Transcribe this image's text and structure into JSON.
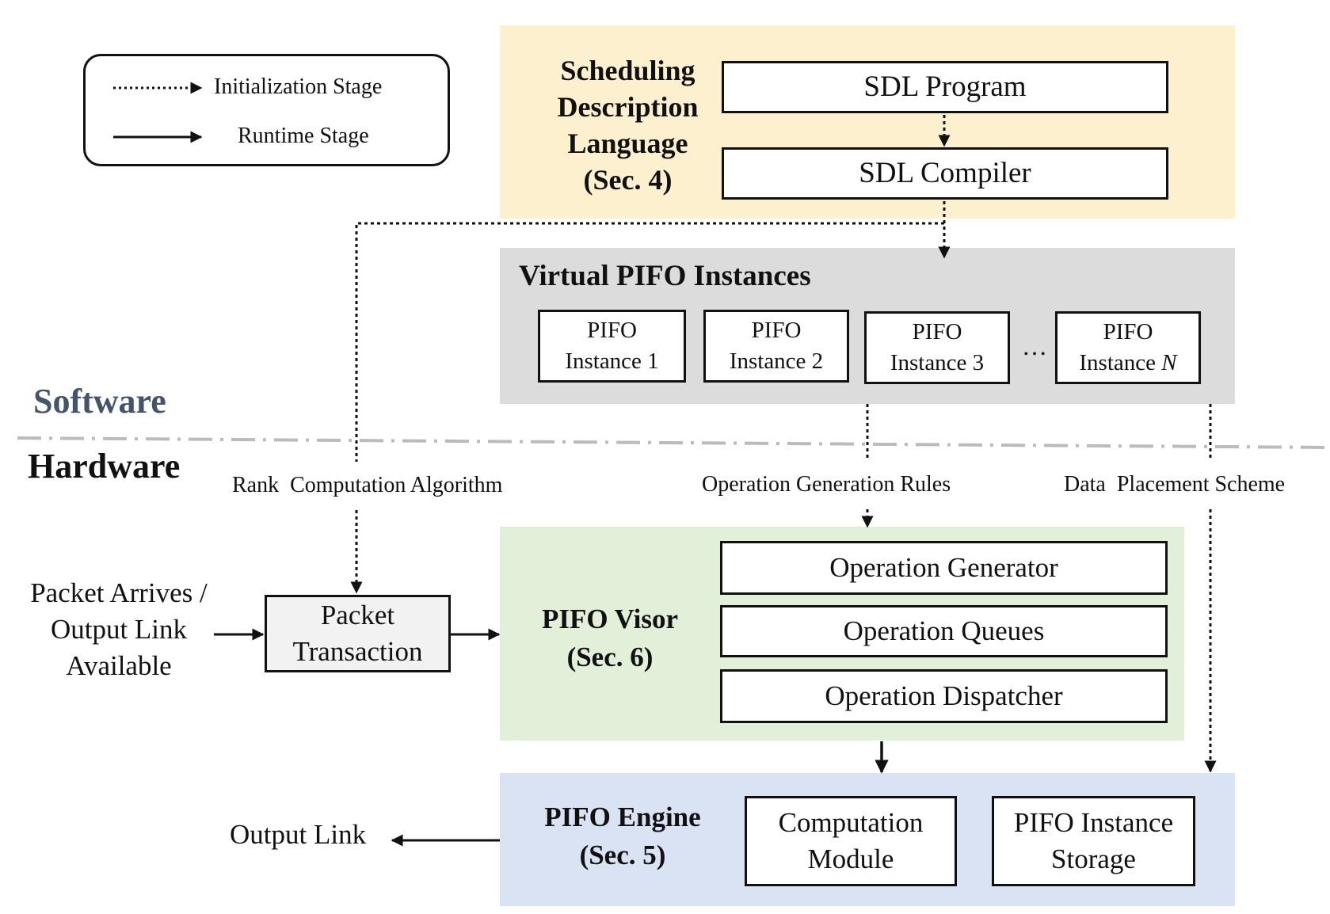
{
  "legend": {
    "items": [
      {
        "label": "Initialization Stage",
        "style": "dotted-arrow"
      },
      {
        "label": "Runtime Stage",
        "style": "solid-arrow"
      }
    ]
  },
  "sdl": {
    "title_lines": [
      "Scheduling",
      "Description",
      "Language",
      "(Sec. 4)"
    ],
    "program": "SDL Program",
    "compiler": "SDL Compiler",
    "color": "#FDF0CF"
  },
  "vpifo": {
    "title": "Virtual PIFO Instances",
    "instances": [
      {
        "line1": "PIFO",
        "line2": "Instance 1"
      },
      {
        "line1": "PIFO",
        "line2": "Instance 2"
      },
      {
        "line1": "PIFO",
        "line2": "Instance 3"
      },
      {
        "line1": "PIFO",
        "line2": "Instance",
        "italic_suffix": "N"
      }
    ],
    "ellipsis": "…",
    "color": "#DDDCDC"
  },
  "layers": {
    "software": "Software",
    "hardware": "Hardware",
    "software_color": "#44546A"
  },
  "rules": {
    "rank": "Rank  Computation Algorithm",
    "operation": "Operation Generation Rules",
    "data": "Data  Placement Scheme"
  },
  "input": {
    "lines": [
      "Packet Arrives /",
      "Output Link",
      "Available"
    ]
  },
  "packet_transaction": {
    "lines": [
      "Packet",
      "Transaction"
    ]
  },
  "visor": {
    "title_lines": [
      "PIFO Visor",
      "(Sec. 6)"
    ],
    "modules": [
      "Operation Generator",
      "Operation Queues",
      "Operation Dispatcher"
    ],
    "color": "#E3F0D9"
  },
  "engine": {
    "title_lines": [
      "PIFO Engine",
      "(Sec. 5)"
    ],
    "computation_lines": [
      "Computation",
      "Module"
    ],
    "storage_lines": [
      "PIFO Instance",
      "Storage"
    ],
    "color": "#DAE3F3"
  },
  "output": {
    "label": "Output Link"
  }
}
